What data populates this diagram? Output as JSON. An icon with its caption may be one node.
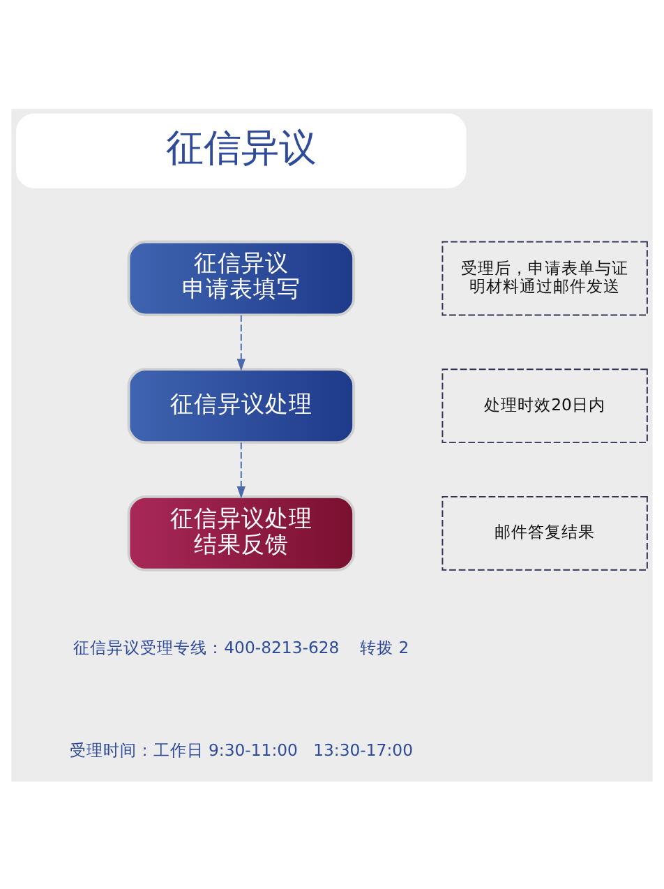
{
  "diagram": {
    "nodes": [
      {
        "text": [
          "征信异议"
        ]
      },
      {
        "text": [
          "征信异议申请表填写"
        ]
      },
      {
        "text": [
          "受理后，申请表单与证明材料通过邮件发送"
        ]
      },
      {
        "text": [
          "征信异议处理"
        ]
      },
      {
        "text": [
          "处理时效20日内"
        ]
      },
      {
        "text": [
          "征信异议处理结果反馈"
        ]
      },
      {
        "text": [
          "邮件答复结果"
        ]
      }
    ],
    "edges": [
      {
        "from": 1,
        "to": 3,
        "arrow": "to",
        "style": "dashed"
      },
      {
        "from": 3,
        "to": 5,
        "arrow": "to",
        "style": "dashed"
      }
    ],
    "labels": [
      "征信异议受理专线：400-8213-628    转拨 2",
      "受理时间：工作日 9:30-11:00   13:30-17:00"
    ]
  }
}
